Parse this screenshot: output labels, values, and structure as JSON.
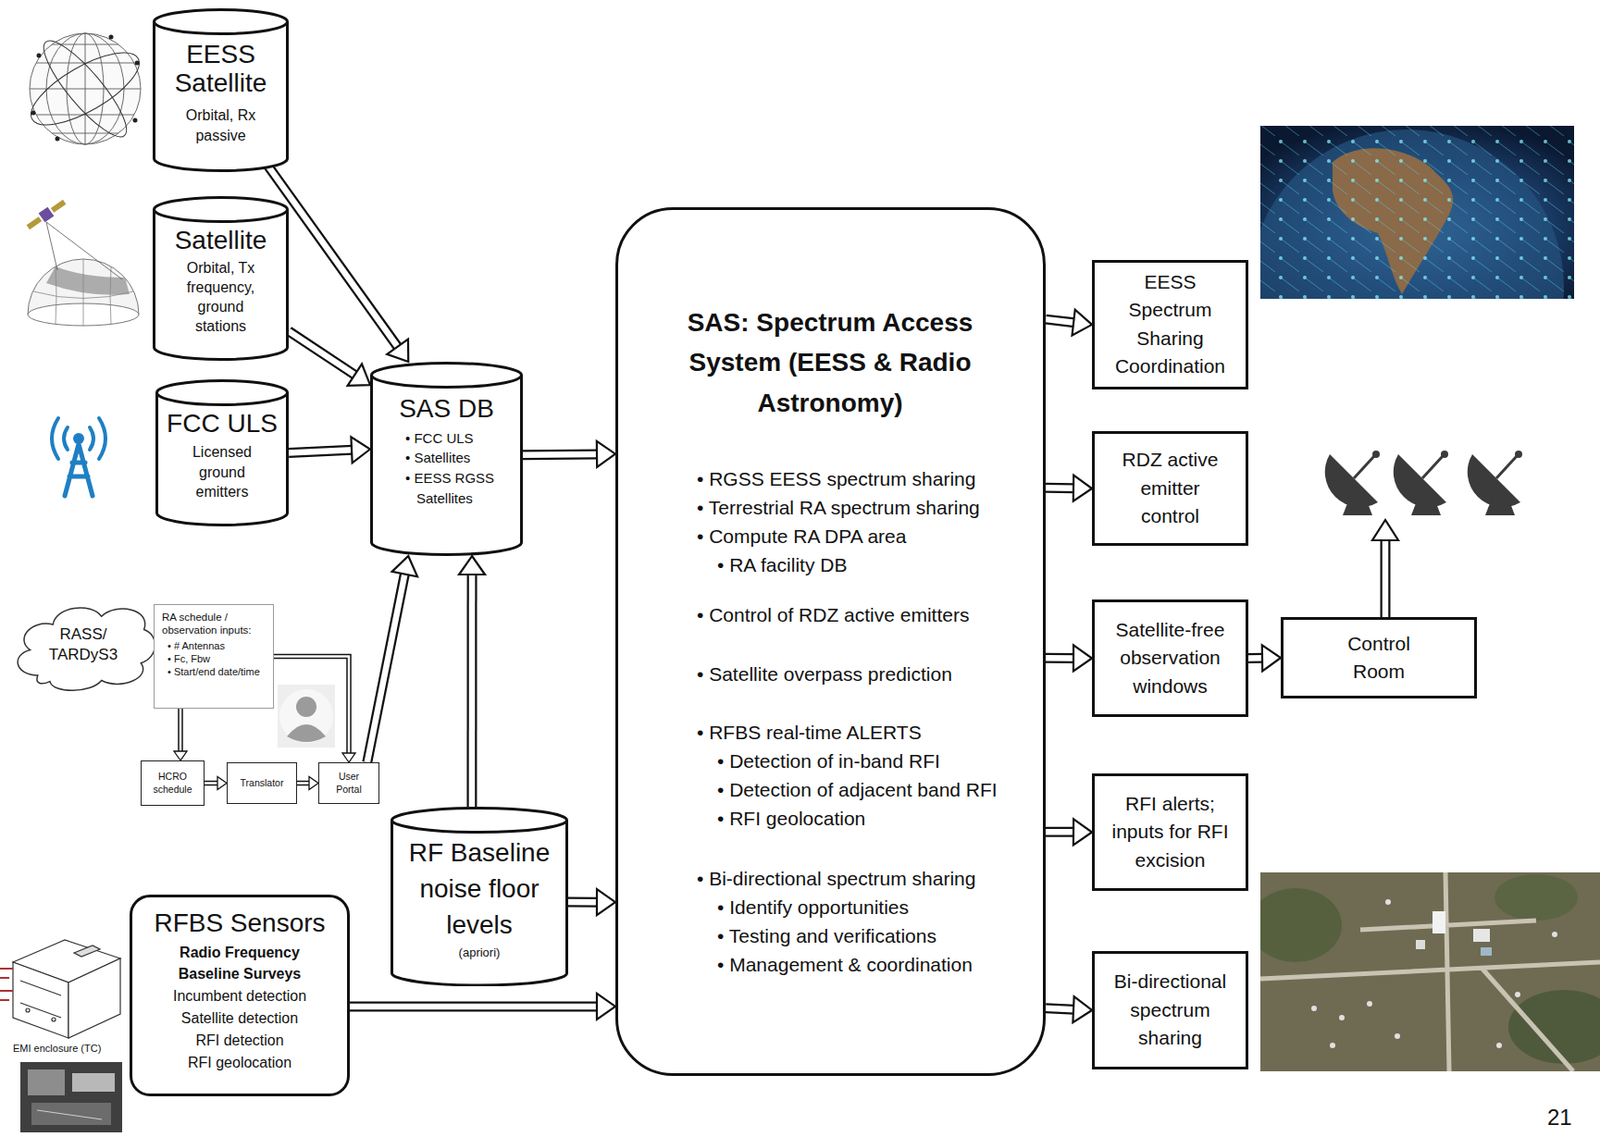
{
  "diagram": {
    "nodes": [
      {
        "text": [
          "EESS Satellite",
          "Orbital, Rx passive"
        ]
      },
      {
        "text": [
          "Satellite",
          "Orbital, Tx frequency, ground stations"
        ]
      },
      {
        "text": [
          "FCC ULS",
          "Licensed ground emitters"
        ]
      },
      {
        "text": [
          "SAS DB",
          "• FCC ULS",
          "• Satellites",
          "• EESS RGSS Satellites"
        ]
      },
      {
        "text": [
          "RASS/ TARDyS3"
        ]
      },
      {
        "text": [
          "RA schedule / observation inputs:",
          "• # Antennas",
          "• Fc, Fbw",
          "• Start/end date/time"
        ]
      },
      {
        "text": [
          "HCRO schedule"
        ]
      },
      {
        "text": [
          "Translator"
        ]
      },
      {
        "text": [
          "User Portal"
        ]
      },
      {
        "text": [
          "RF Baseline noise floor levels",
          "(apriori)"
        ]
      },
      {
        "text": [
          "RFBS Sensors",
          "Radio Frequency Baseline Surveys",
          "Incumbent detection",
          "Satellite detection",
          "RFI detection",
          "RFI geolocation"
        ]
      },
      {
        "text": [
          "SAS: Spectrum Access System (EESS & Radio Astronomy)",
          "• RGSS EESS spectrum sharing",
          "• Terrestrial RA spectrum sharing",
          "• Compute RA DPA area",
          "• RA facility DB",
          "• Control of RDZ active emitters",
          "• Satellite overpass prediction",
          "• RFBS real-time ALERTS",
          "• Detection of in-band RFI",
          "• Detection of adjacent band RFI",
          "• RFI geolocation",
          "• Bi-directional spectrum sharing",
          "• Identify opportunities",
          "• Testing and verifications",
          "• Management & coordination"
        ]
      },
      {
        "text": [
          "EESS Spectrum Sharing Coordination"
        ]
      },
      {
        "text": [
          "RDZ active emitter control"
        ]
      },
      {
        "text": [
          "Satellite-free observation windows"
        ]
      },
      {
        "text": [
          "Control Room"
        ]
      },
      {
        "text": [
          "RFI alerts; inputs for RFI excision"
        ]
      },
      {
        "text": [
          "Bi-directional spectrum sharing"
        ]
      }
    ],
    "edges": [
      {
        "from": 0,
        "to": 3,
        "arrow": "to"
      },
      {
        "from": 1,
        "to": 3,
        "arrow": "to"
      },
      {
        "from": 2,
        "to": 3,
        "arrow": "to"
      },
      {
        "from": 5,
        "to": 6,
        "arrow": "to"
      },
      {
        "from": 6,
        "to": 7,
        "arrow": "to"
      },
      {
        "from": 7,
        "to": 8,
        "arrow": "to"
      },
      {
        "from": 5,
        "to": 8,
        "arrow": "to"
      },
      {
        "from": 8,
        "to": 3,
        "arrow": "to"
      },
      {
        "from": 9,
        "to": 3,
        "arrow": "to"
      },
      {
        "from": 3,
        "to": 11,
        "arrow": "to"
      },
      {
        "from": 9,
        "to": 11,
        "arrow": "to"
      },
      {
        "from": 10,
        "to": 11,
        "arrow": "to"
      },
      {
        "from": 11,
        "to": 12,
        "arrow": "to"
      },
      {
        "from": 11,
        "to": 13,
        "arrow": "to"
      },
      {
        "from": 11,
        "to": 14,
        "arrow": "to"
      },
      {
        "from": 14,
        "to": 15,
        "arrow": "to"
      },
      {
        "from": 11,
        "to": 16,
        "arrow": "to"
      },
      {
        "from": 11,
        "to": 17,
        "arrow": "to"
      }
    ],
    "labels": [
      "EMI enclosure (TC)",
      "21"
    ]
  }
}
